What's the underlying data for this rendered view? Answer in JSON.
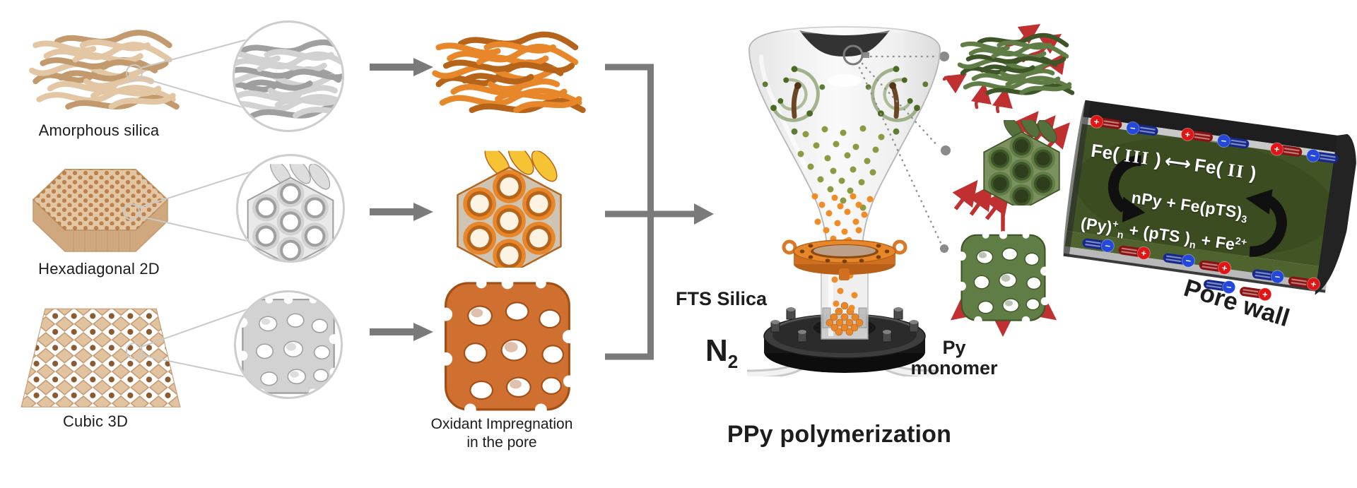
{
  "colors": {
    "background": "#ffffff",
    "silica_tan": "#e3c6a3",
    "silica_tan_dark": "#c39a6e",
    "oxidant_orange": "#e8872a",
    "oxidant_yellow": "#f6c335",
    "ppy_green": "#5f7d45",
    "pore_wall_green": "#41551f",
    "arrow_gray": "#7a7a7a",
    "diffusion_arrow_red": "#c03030",
    "cation_red": "#e01616",
    "anion_blue": "#2448dc",
    "text_black": "#1d1d1d",
    "glass_gray": "#ececec"
  },
  "icons": [
    "fiber-mat-icon",
    "honeycomb-block-icon",
    "cubic-lattice-icon",
    "hex-tube-bundle-icon",
    "gyroid-cube-icon",
    "magnifier-circle-icon",
    "arrow-right-icon",
    "bracket-icon",
    "reactor-funnel-icon",
    "vortex-swirl-icon",
    "flange-ring-icon",
    "base-disk-icon",
    "gas-tube-icon",
    "dotted-callout-icon",
    "red-diffusion-arrow-icon",
    "pore-wall-icon",
    "cation-capsule-icon",
    "anion-capsule-icon",
    "circulation-arrow-icon"
  ],
  "templates": [
    {
      "name": "amorphous-silica",
      "label": "Amorphous silica"
    },
    {
      "name": "hexadiagonal-2d",
      "label": "Hexadiagonal 2D"
    },
    {
      "name": "cubic-3d",
      "label": "Cubic 3D"
    }
  ],
  "impregnation": {
    "caption_line1": "Oxidant Impregnation",
    "caption_line2": "in the pore"
  },
  "reactor": {
    "feed_label": "FTS Silica",
    "gas_label_main": "N",
    "gas_label_sub": "2",
    "monomer_line1": "Py",
    "monomer_line2": "monomer",
    "caption": "PPy polymerization"
  },
  "pore_wall": {
    "label": "Pore wall",
    "redox": {
      "fe3_prefix": "Fe( ",
      "fe3_numeral": "III",
      "close": " )",
      "arrow": "⟷",
      "fe2_prefix": "Fe( ",
      "fe2_numeral": "II"
    },
    "reaction_top": {
      "body": "nPy + Fe(pTS)",
      "sub": "3"
    },
    "reaction_bottom": {
      "p1": "(Py)",
      "sup1": "+",
      "sub1": "n",
      "p2": " + (pTS )",
      "sub2": "n",
      "p3": " + Fe",
      "sup2": "2+"
    },
    "cation_sign": "+",
    "anion_sign": "−"
  }
}
